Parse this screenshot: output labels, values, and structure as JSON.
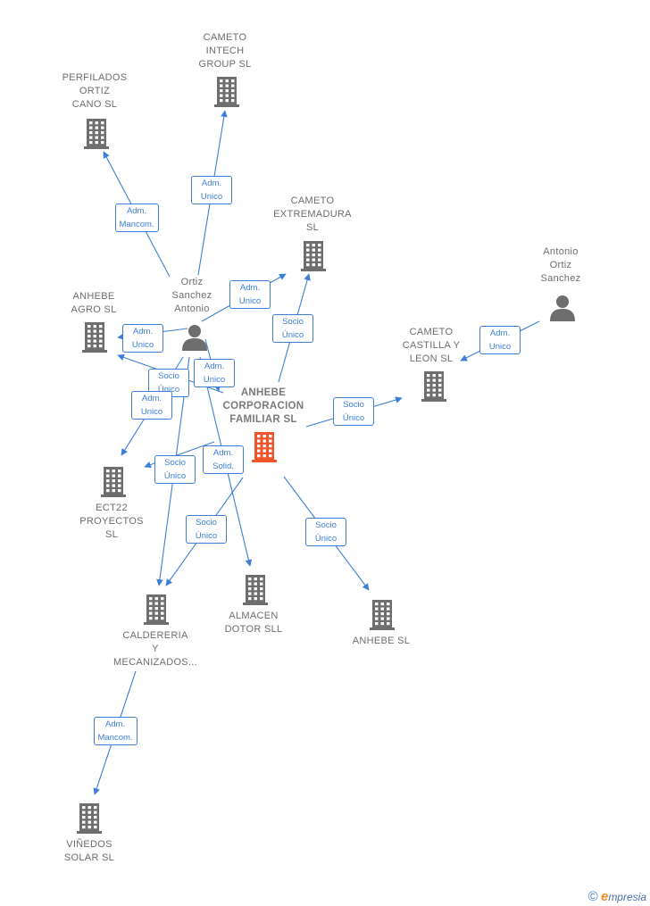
{
  "nodes": [
    {
      "id": "cameto_intech",
      "label": "CAMETO\nINTECH\nGROUP  SL",
      "kind": "company"
    },
    {
      "id": "perfilados",
      "label": "PERFILADOS\nORTIZ\nCANO  SL",
      "kind": "company"
    },
    {
      "id": "cameto_extremadura",
      "label": "CAMETO\nEXTREMADURA\nSL",
      "kind": "company"
    },
    {
      "id": "antonio_ortiz",
      "label": "Antonio\nOrtiz\nSanchez",
      "kind": "person"
    },
    {
      "id": "ortiz_sanchez",
      "label": "Ortiz\nSanchez\nAntonio",
      "kind": "person"
    },
    {
      "id": "anhebe_agro",
      "label": "ANHEBE\nAGRO  SL",
      "kind": "company"
    },
    {
      "id": "cameto_castilla",
      "label": "CAMETO\nCASTILLA Y\nLEON  SL",
      "kind": "company"
    },
    {
      "id": "anhebe_corp",
      "label": "ANHEBE\nCORPORACION\nFAMILIAR  SL",
      "kind": "main"
    },
    {
      "id": "ect22",
      "label": "ECT22\nPROYECTOS\nSL",
      "kind": "company"
    },
    {
      "id": "caldereria",
      "label": "CALDERERIA\nY\nMECANIZADOS...",
      "kind": "company"
    },
    {
      "id": "almacen",
      "label": "ALMACEN\nDOTOR  SLL",
      "kind": "company"
    },
    {
      "id": "anhebe_sl",
      "label": "ANHEBE  SL",
      "kind": "company"
    },
    {
      "id": "vinedos",
      "label": "VIÑEDOS\nSOLAR  SL",
      "kind": "company"
    }
  ],
  "edges": [
    {
      "id": "e1",
      "from": "ortiz_sanchez",
      "to": "perfilados",
      "label": "Adm.\nMancom."
    },
    {
      "id": "e2",
      "from": "ortiz_sanchez",
      "to": "cameto_intech",
      "label": "Adm.\nUnico"
    },
    {
      "id": "e3",
      "from": "ortiz_sanchez",
      "to": "cameto_extremadura",
      "label": "Adm.\nUnico"
    },
    {
      "id": "e4",
      "from": "ortiz_sanchez",
      "to": "anhebe_agro",
      "label": "Adm.\nUnico"
    },
    {
      "id": "e5",
      "from": "anhebe_corp",
      "to": "anhebe_agro",
      "label": "Socio\nÚnico"
    },
    {
      "id": "e6",
      "from": "ortiz_sanchez",
      "to": "anhebe_corp",
      "label": "Adm.\nUnico"
    },
    {
      "id": "e7",
      "from": "ortiz_sanchez",
      "to": "ect22",
      "label": "Adm.\nUnico"
    },
    {
      "id": "e8",
      "from": "anhebe_corp",
      "to": "ect22",
      "label": "Socio\nÚnico"
    },
    {
      "id": "e9",
      "from": "ortiz_sanchez",
      "to": "almacen",
      "label": "Adm.\nSolid."
    },
    {
      "id": "e10",
      "from": "ortiz_sanchez",
      "to": "caldereria",
      "label": ""
    },
    {
      "id": "e11",
      "from": "anhebe_corp",
      "to": "caldereria",
      "label": "Socio\nÚnico"
    },
    {
      "id": "e12",
      "from": "anhebe_corp",
      "to": "cameto_extremadura",
      "label": "Socio\nÚnico"
    },
    {
      "id": "e13",
      "from": "anhebe_corp",
      "to": "cameto_castilla",
      "label": "Socio\nÚnico"
    },
    {
      "id": "e14",
      "from": "antonio_ortiz",
      "to": "cameto_castilla",
      "label": "Adm.\nUnico"
    },
    {
      "id": "e15",
      "from": "anhebe_corp",
      "to": "anhebe_sl",
      "label": "Socio\nÚnico"
    },
    {
      "id": "e16",
      "from": "caldereria",
      "to": "vinedos",
      "label": "Adm.\nMancom."
    }
  ],
  "colors": {
    "edge": "#3d7fd6",
    "company_icon": "#6e6e6e",
    "main_icon": "#f0542a",
    "person_icon": "#6e6e6e"
  },
  "brand": {
    "copyright": "©",
    "name_initial": "e",
    "name_rest": "mpresia"
  }
}
